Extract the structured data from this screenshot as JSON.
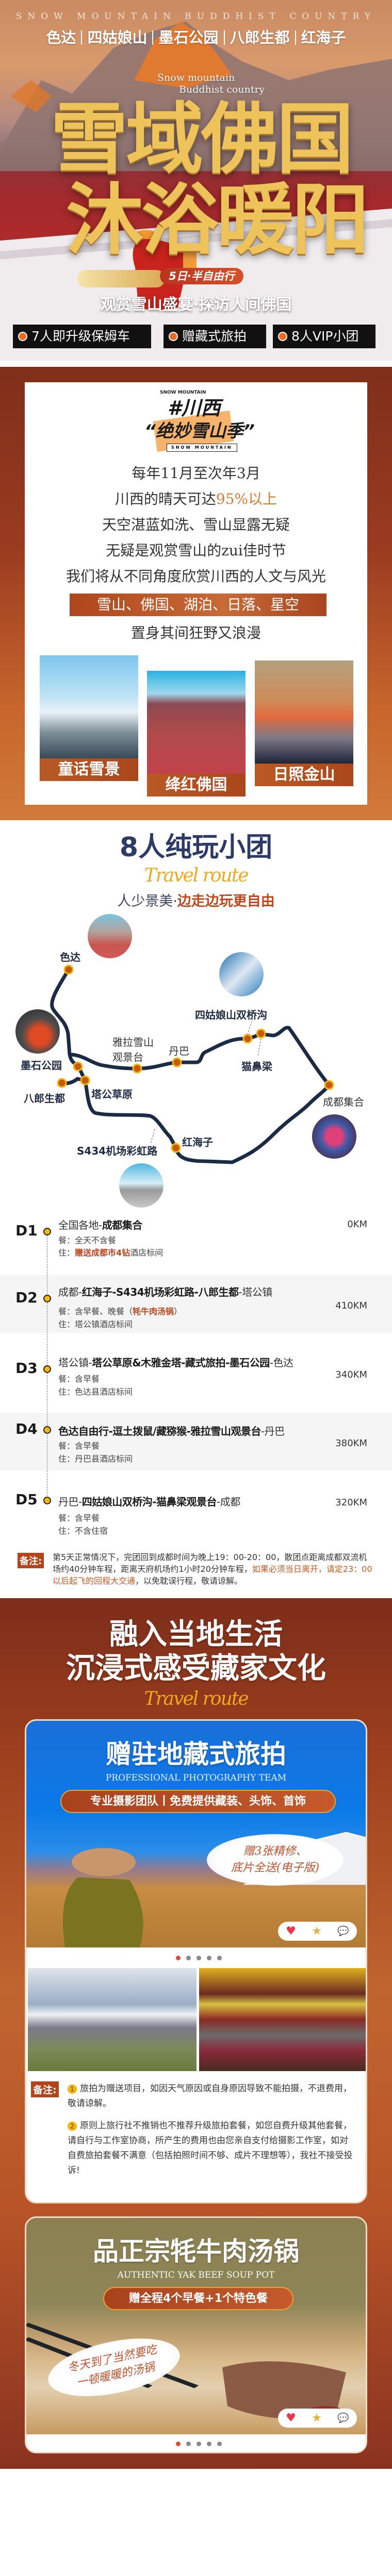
{
  "hero": {
    "eyebrow": "SNOW MOUNTAIN BUDDHIST COUNTRY",
    "destinations": [
      "色达",
      "四姑娘山",
      "墨石公园",
      "八郎生都",
      "红海子"
    ],
    "en_line_1": "Snow mountain",
    "en_line_2": "Buddhist country",
    "title_1": "雪域佛国",
    "title_2": "沐浴暖阳",
    "duration": "5日·半自由行",
    "subtitle": "观赏雪山盛宴·探访人间佛国",
    "badges": [
      "7人即升级保姆车",
      "赠藏式旅拍",
      "8人VIP小团"
    ]
  },
  "intro": {
    "logo": {
      "arc_text": "SNOW MOUNTAIN",
      "hashtag": "#川西",
      "title": "“绝妙雪山季”",
      "box_text": "SNOW MOUNTAIN"
    },
    "line_1": "每年11月至次年3月",
    "line_2_plain": "川西的晴天可达",
    "line_2_highlight": "95%以上",
    "line_3": "天空湛蓝如洗、雪山显露无疑",
    "line_4": "无疑是观赏雪山的zui佳时节",
    "line_5": "我们将从不同角度欣赏川西的人文与风光",
    "highlight_band": "雪山、佛国、湖泊、日落、星空",
    "line_6": "置身其间狂野又浪漫",
    "photos": [
      "童话雪景",
      "绛红佛国",
      "日照金山"
    ]
  },
  "route": {
    "title": "8人纯玩小团",
    "script": "Travel route",
    "subtitle_plain": "人少景美·",
    "subtitle_bold": "边走边玩更自由",
    "map_labels": {
      "seda": "色达",
      "moshi": "墨石公园",
      "tagong": "塔公草原",
      "balang": "八郎生都",
      "yala_1": "雅拉雪山",
      "yala_2": "观景台",
      "danba": "丹巴",
      "siguniang": "四姑娘山双桥沟",
      "maobiliang": "猫鼻梁",
      "chengdu": "成都集合",
      "honghaizi": "红海子",
      "s434": "S434机场彩虹路"
    },
    "days": [
      {
        "label": "D1",
        "pre": "全国各地-",
        "bold": "成都集合",
        "post": "",
        "km": "0KM",
        "meal_label": "餐：",
        "meal": "全天不含餐",
        "meal_hl": "",
        "meal_post": "",
        "stay_label": "住：",
        "stay_hl": "赠送成都市4钻",
        "stay": "酒店标间"
      },
      {
        "label": "D2",
        "pre": "成都-",
        "bold": "红海子-S434机场彩虹路-八郎生都",
        "post": "-塔公镇",
        "km": "410KM",
        "meal_label": "餐：",
        "meal": "含早餐、晚餐（",
        "meal_hl": "牦牛肉汤锅",
        "meal_post": "）",
        "stay_label": "住：",
        "stay_hl": "",
        "stay": "塔公镇酒店标间"
      },
      {
        "label": "D3",
        "pre": "塔公镇-",
        "bold": "塔公草原&木雅金塔-藏式旅拍-墨石公园",
        "post": "-色达",
        "km": "340KM",
        "meal_label": "餐：",
        "meal": "含早餐",
        "meal_hl": "",
        "meal_post": "",
        "stay_label": "住：",
        "stay_hl": "",
        "stay": "色达县酒店标间"
      },
      {
        "label": "D4",
        "pre": "",
        "bold": "色达自由行-逗土拨鼠/藏猕猴-雅拉雪山观景台",
        "post": "-丹巴",
        "km": "380KM",
        "meal_label": "餐：",
        "meal": "含早餐",
        "meal_hl": "",
        "meal_post": "",
        "stay_label": "住：",
        "stay_hl": "",
        "stay": "丹巴县酒店标间"
      },
      {
        "label": "D5",
        "pre": "丹巴-",
        "bold": "四姑娘山双桥沟-猫鼻梁观景台",
        "post": "-成都",
        "km": "320KM",
        "meal_label": "餐：",
        "meal": "含早餐",
        "meal_hl": "",
        "meal_post": "",
        "stay_label": "住：",
        "stay_hl": "",
        "stay": "不含住宿"
      }
    ],
    "note": {
      "label": "备注:",
      "text_a": "第5天正常情况下，完团回到成都时间为晚上19：00-20：00，散团点距离成都双流机场约40分钟车程，距离天府机场约1小时20分钟车程，",
      "highlight": "如果必须当日离开，请定23：00以后起飞的回程大交通",
      "text_b": "，以免耽误行程，敬请谅解。"
    }
  },
  "culture": {
    "title_1": "融入当地生活",
    "title_2": "沉浸式感受藏家文化",
    "script": "Travel route",
    "photo_card": {
      "title": "赠驻地藏式旅拍",
      "subtitle": "PROFESSIONAL PHOTOGRAPHY TEAM",
      "pill": "专业摄影团队丨免费提供藏装、头饰、首饰",
      "bubble_1": "赠3张精修、",
      "bubble_2": "底片全送(电子版)",
      "note_label": "备注:",
      "notes": [
        {
          "marker": "1",
          "text": "旅拍为赠送项目，如因天气原因或自身原因导致不能拍摄，不退费用，敬请谅解。"
        },
        {
          "marker": "2",
          "text": "原则上旅行社不推销也不推荐升级旅拍套餐，如您自费升级其他套餐，请自行与工作室协商，所产生的费用也由您亲自支付给摄影工作室，如对自费旅拍套餐不满意（包括拍照时间不够、成片不理想等），我社不接受投诉!"
        }
      ]
    },
    "food_card": {
      "title": "品正宗牦牛肉汤锅",
      "subtitle": "AUTHENTIC YAK BEEF SOUP POT",
      "pill": "赠全程4个早餐+1个特色餐",
      "bubble_1": "冬天到了当然要吃",
      "bubble_2": "一顿暖暖的汤锅"
    },
    "carousel": {
      "count": 5,
      "active": 1
    }
  },
  "colors": {
    "accent": "#c0461c",
    "gold": "#eec45a",
    "navy": "#2b3a66",
    "dot": "#f5b50a",
    "highlight": "#e07a2e"
  }
}
